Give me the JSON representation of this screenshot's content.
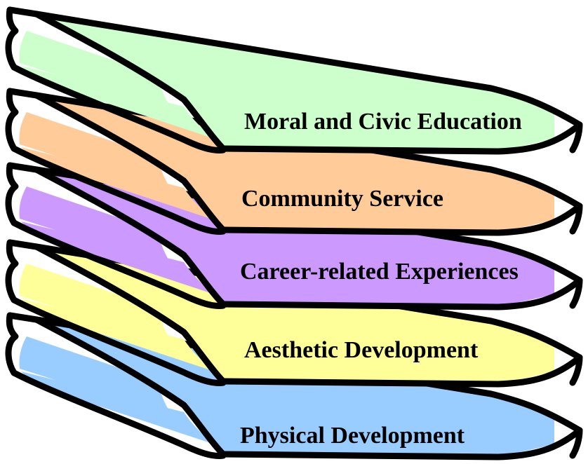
{
  "books": [
    {
      "label": "Moral and Civic Education",
      "color": "#ccffcc"
    },
    {
      "label": "Community Service",
      "color": "#ffcc99"
    },
    {
      "label": "Career-related Experiences",
      "color": "#cc99ff"
    },
    {
      "label": "Aesthetic Development",
      "color": "#ffff99"
    },
    {
      "label": "Physical Development",
      "color": "#99ccff"
    }
  ]
}
